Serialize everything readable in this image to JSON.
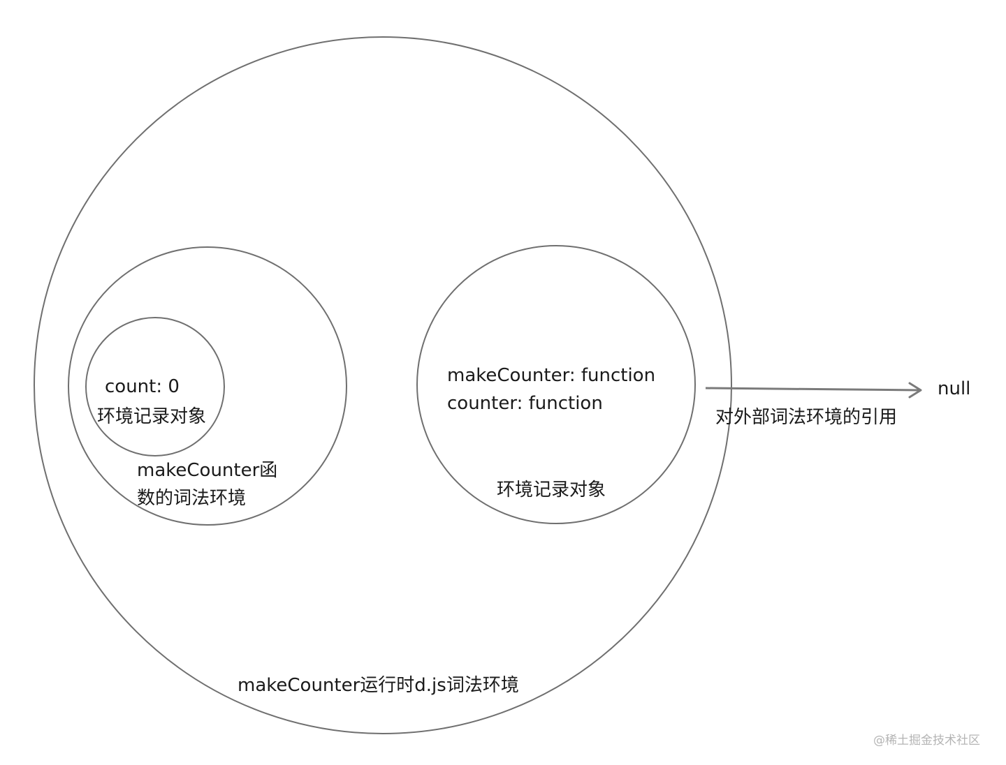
{
  "outer_env": {
    "label": "makeCounter运行时d.js词法环境"
  },
  "function_env": {
    "label_line1": "makeCounter函",
    "label_line2": "数的词法环境",
    "record": {
      "entry": "count: 0",
      "label": "环境记录对象"
    }
  },
  "global_record": {
    "entries": [
      "makeCounter: function",
      "counter: function"
    ],
    "label": "环境记录对象"
  },
  "outer_reference": {
    "label": "对外部词法环境的引用",
    "target": "null"
  },
  "watermark": "@稀土掘金技术社区"
}
